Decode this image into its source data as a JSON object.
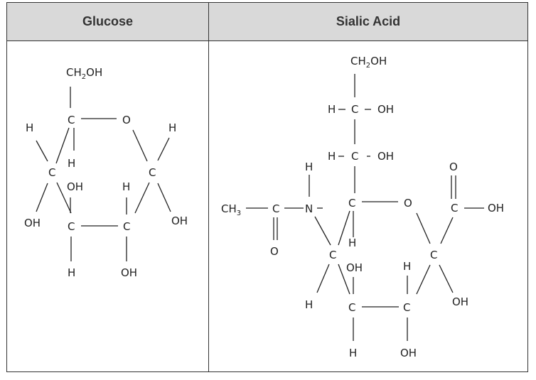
{
  "table": {
    "headers": [
      "Glucose",
      "Sialic Acid"
    ]
  },
  "glucose": {
    "ch2oh_main": "CH",
    "ch2oh_sub": "2",
    "ch2oh_tail": "OH",
    "atoms": {
      "c5": "C",
      "o_ring": "O",
      "h_c5_left": "H",
      "h_c5_below": "H",
      "h_c1_top": "H",
      "c4": "C",
      "c1": "C",
      "oh_c3_up": "OH",
      "h_c2_up": "H",
      "oh_c4": "OH",
      "c3": "C",
      "c2": "C",
      "oh_c1": "OH",
      "h_c3_down": "H",
      "oh_c2_down": "OH"
    }
  },
  "sialic_acid": {
    "ch2oh_main": "CH",
    "ch2oh_sub": "2",
    "ch2oh_tail": "OH",
    "ch3_main": "CH",
    "ch3_sub": "3",
    "atoms": {
      "h_top1": "H",
      "c_top1": "C",
      "oh_top1": "OH",
      "h_top2": "H",
      "c_top2": "C",
      "oh_top2": "OH",
      "h_n": "H",
      "o_carbonyl_top": "O",
      "c_amide": "C",
      "n": "N",
      "c6": "C",
      "o_ring": "O",
      "c_cooh": "C",
      "oh_cooh": "OH",
      "o_amide": "O",
      "h_c6": "H",
      "c5": "C",
      "c2": "C",
      "oh_c4_up": "OH",
      "h_c3_up": "H",
      "h_c5": "H",
      "c4": "C",
      "c3": "C",
      "oh_c2": "OH",
      "h_c4_down": "H",
      "oh_c3_down": "OH"
    }
  }
}
